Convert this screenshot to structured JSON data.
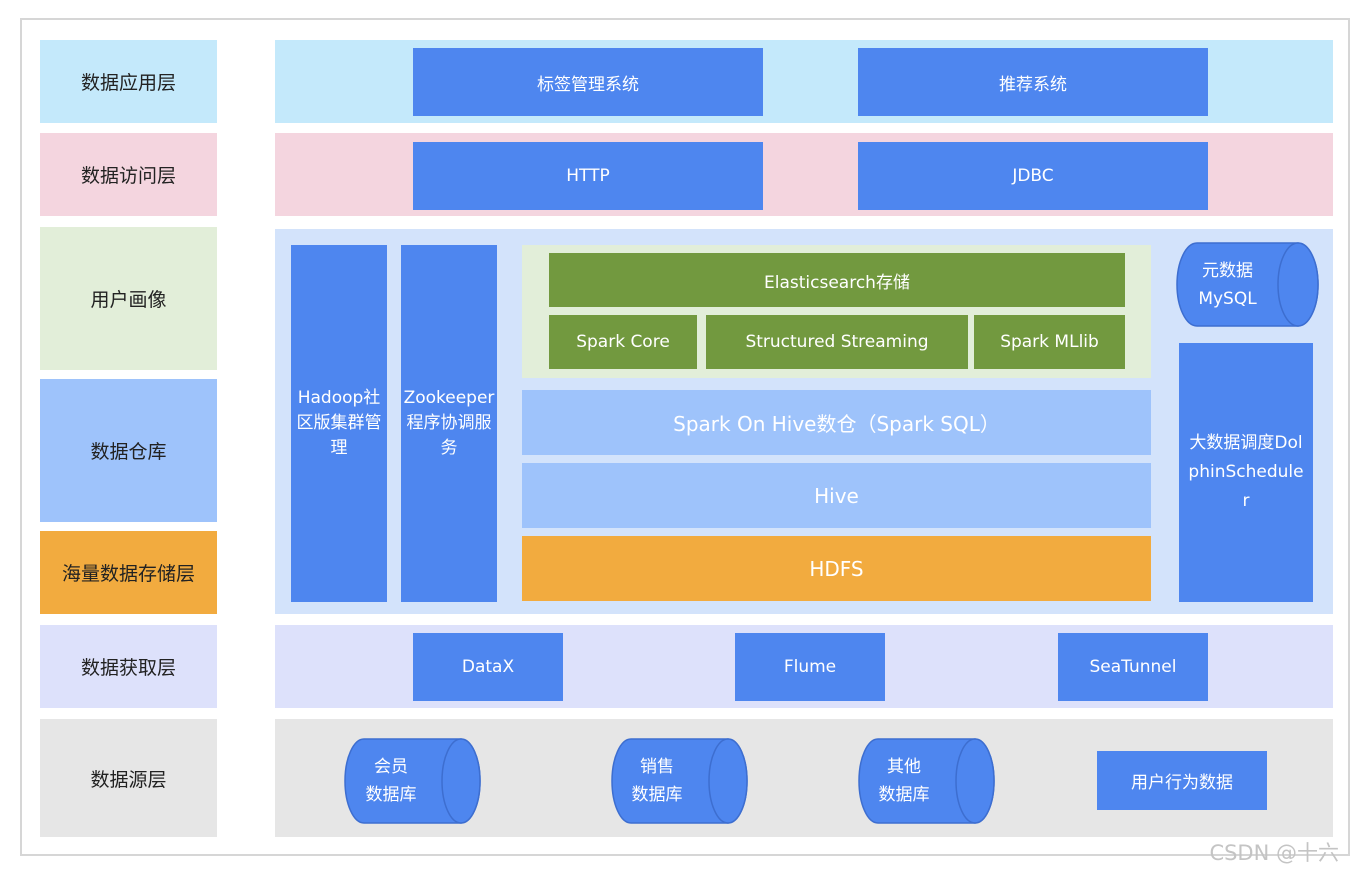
{
  "layers": {
    "application": "数据应用层",
    "access": "数据访问层",
    "profile": "用户画像",
    "warehouse": "数据仓库",
    "storage": "海量数据存储层",
    "acquisition": "数据获取层",
    "source": "数据源层"
  },
  "application": {
    "tag_system": "标签管理系统",
    "recommend": "推荐系统"
  },
  "access": {
    "http": "HTTP",
    "jdbc": "JDBC"
  },
  "core": {
    "hadoop": "Hadoop社区版集群管理",
    "zookeeper": "Zookeeper程序协调服务",
    "elasticsearch": "Elasticsearch存储",
    "spark_core": "Spark Core",
    "structured_streaming": "Structured Streaming",
    "spark_mllib": "Spark MLlib",
    "spark_on_hive": "Spark On Hive数仓（Spark SQL）",
    "hive": "Hive",
    "hdfs": "HDFS",
    "metadata": [
      "元数据",
      "MySQL"
    ],
    "scheduler": "大数据调度DolphinScheduler"
  },
  "acquisition": {
    "datax": "DataX",
    "flume": "Flume",
    "seatunnel": "SeaTunnel"
  },
  "sources": {
    "member": [
      "会员",
      "数据库"
    ],
    "sales": [
      "销售",
      "数据库"
    ],
    "other": [
      "其他",
      "数据库"
    ],
    "behavior": "用户行为数据"
  },
  "watermark": "CSDN @十六",
  "colors": {
    "box_blue": "#4e86ef",
    "green": "#72993f",
    "light_blue": "#9ec3fb",
    "orange": "#f2ab3f",
    "row_application": "#c4e9fb",
    "row_access": "#f4d5df",
    "row_profile": "#e2eed9",
    "row_core": "#d3e3fb",
    "row_acquisition": "#dde1fb",
    "row_source": "#e6e6e6"
  }
}
